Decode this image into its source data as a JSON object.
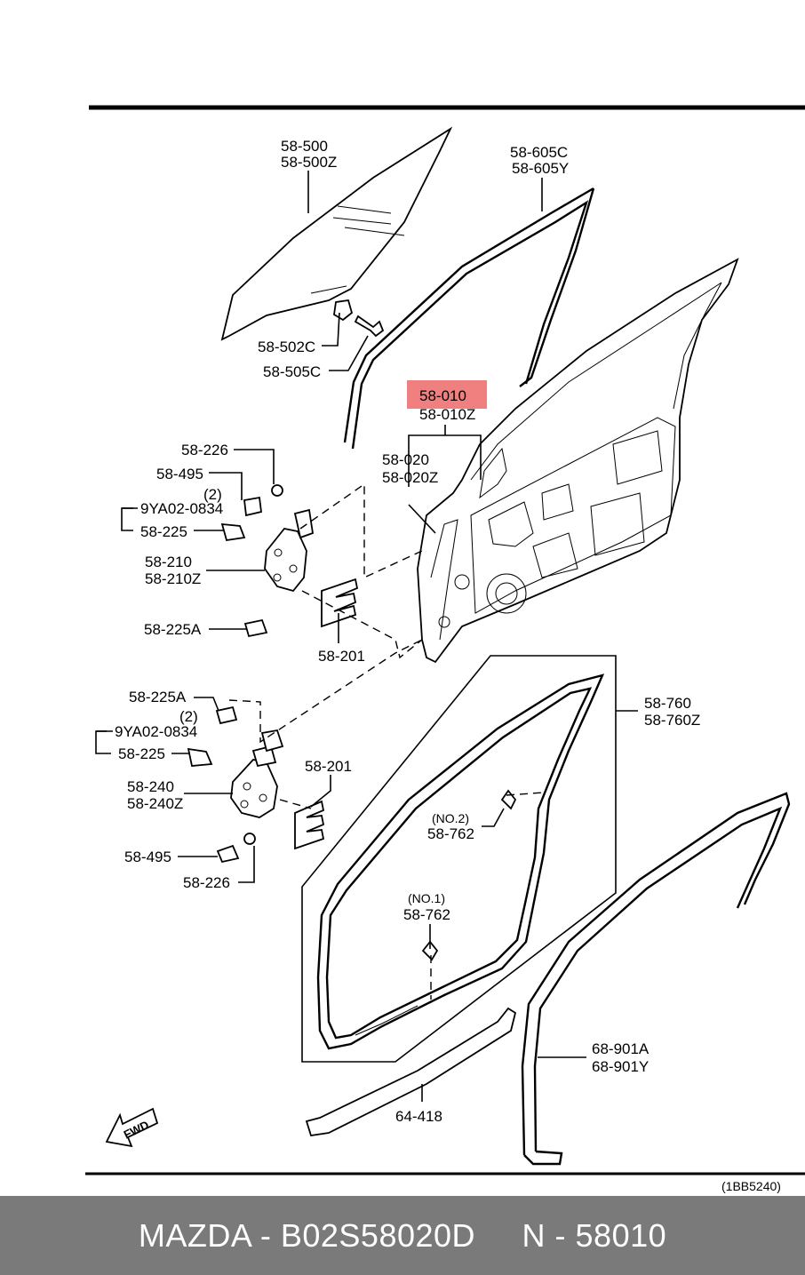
{
  "diagram": {
    "diagram_code": "(1BB5240)",
    "fwd_label": "FWD",
    "labels": {
      "glass": [
        "58-500",
        "58-500Z"
      ],
      "channel": [
        "58-605C",
        "58-605Y"
      ],
      "glass_holder": "58-502C",
      "glass_bolt": "58-505C",
      "door_highlight": "58-010",
      "door_alt": "58-010Z",
      "door_panel": [
        "58-020",
        "58-020Z"
      ],
      "upper_washer": "58-226",
      "upper_bolt_a": "58-495",
      "upper_qty": "(2)",
      "upper_ref": "9YA02-0834",
      "upper_bolt_b": "58-225",
      "upper_hinge": [
        "58-210",
        "58-210Z"
      ],
      "upper_bolt_c": "58-225A",
      "upper_shim": "58-201",
      "lower_bolt_c": "58-225A",
      "lower_qty": "(2)",
      "lower_ref": "9YA02-0834",
      "lower_bolt_b": "58-225",
      "lower_hinge": [
        "58-240",
        "58-240Z"
      ],
      "lower_shim": "58-201",
      "lower_bolt_a": "58-495",
      "lower_washer": "58-226",
      "weatherstrip": [
        "58-760",
        "58-760Z"
      ],
      "clip_no2_qty": "(NO.2)",
      "clip_no2": "58-762",
      "clip_no1_qty": "(NO.1)",
      "clip_no1": "58-762",
      "scuff_plate": "64-418",
      "opening_trim": [
        "68-901A",
        "68-901Y"
      ]
    },
    "highlight_color": "#f08080"
  },
  "footer": {
    "part_line": "MAZDA - B02S58020D     N - 58010"
  }
}
